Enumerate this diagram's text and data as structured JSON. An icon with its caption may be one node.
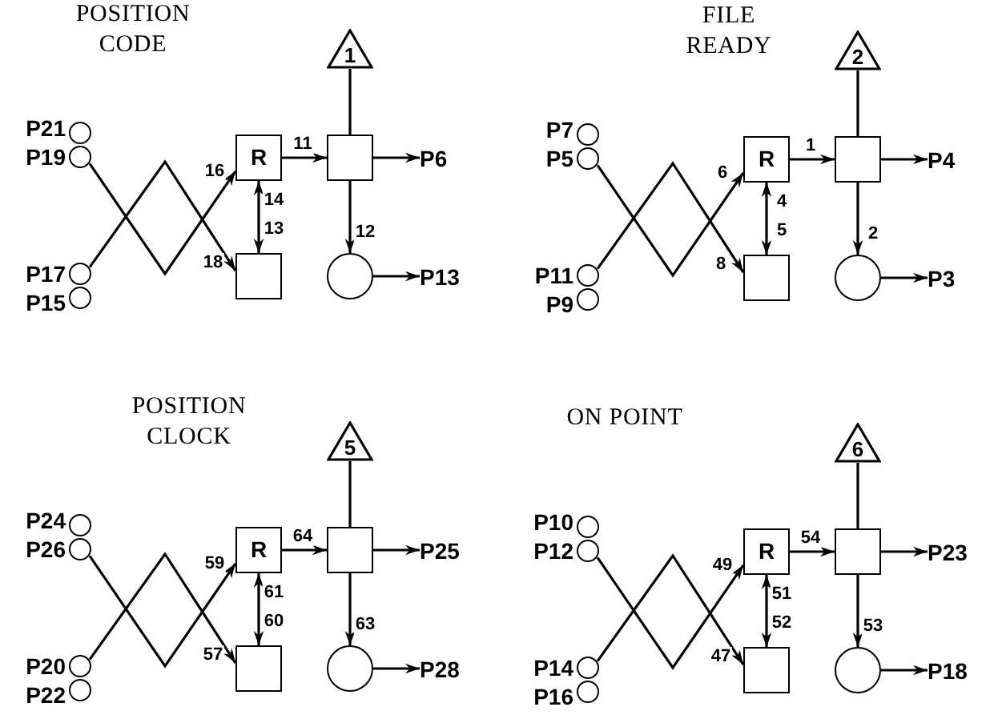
{
  "diagram": {
    "nodes": [
      {
        "text": [],
        "shape": "circle",
        "beside": [
          "P21"
        ]
      },
      {
        "text": [],
        "shape": "circle",
        "beside": [
          "P19"
        ]
      },
      {
        "text": [],
        "shape": "circle",
        "beside": [
          "P17"
        ]
      },
      {
        "text": [],
        "shape": "circle",
        "beside": [
          "P15"
        ]
      },
      {
        "text": [
          "R"
        ]
      },
      {
        "text": [],
        "shape": "box"
      },
      {
        "text": [],
        "shape": "box"
      },
      {
        "text": [
          "1"
        ]
      },
      {
        "text": [],
        "shape": "circle"
      },
      {
        "text": [
          "P6"
        ]
      },
      {
        "text": [
          "P13"
        ]
      },
      {
        "text": [],
        "shape": "circle",
        "beside": [
          "P7"
        ]
      },
      {
        "text": [],
        "shape": "circle",
        "beside": [
          "P5"
        ]
      },
      {
        "text": [],
        "shape": "circle",
        "beside": [
          "P11"
        ]
      },
      {
        "text": [],
        "shape": "circle",
        "beside": [
          "P9"
        ]
      },
      {
        "text": [
          "R"
        ]
      },
      {
        "text": [],
        "shape": "box"
      },
      {
        "text": [],
        "shape": "box"
      },
      {
        "text": [
          "2"
        ]
      },
      {
        "text": [],
        "shape": "circle"
      },
      {
        "text": [
          "P4"
        ]
      },
      {
        "text": [
          "P3"
        ]
      },
      {
        "text": [],
        "shape": "circle",
        "beside": [
          "P24"
        ]
      },
      {
        "text": [],
        "shape": "circle",
        "beside": [
          "P26"
        ]
      },
      {
        "text": [],
        "shape": "circle",
        "beside": [
          "P20"
        ]
      },
      {
        "text": [],
        "shape": "circle",
        "beside": [
          "P22"
        ]
      },
      {
        "text": [
          "R"
        ]
      },
      {
        "text": [],
        "shape": "box"
      },
      {
        "text": [],
        "shape": "box"
      },
      {
        "text": [
          "5"
        ]
      },
      {
        "text": [],
        "shape": "circle"
      },
      {
        "text": [
          "P25"
        ]
      },
      {
        "text": [
          "P28"
        ]
      },
      {
        "text": [],
        "shape": "circle",
        "beside": [
          "P10"
        ]
      },
      {
        "text": [],
        "shape": "circle",
        "beside": [
          "P12"
        ]
      },
      {
        "text": [],
        "shape": "circle",
        "beside": [
          "P14"
        ]
      },
      {
        "text": [],
        "shape": "circle",
        "beside": [
          "P16"
        ]
      },
      {
        "text": [
          "R"
        ]
      },
      {
        "text": [],
        "shape": "box"
      },
      {
        "text": [],
        "shape": "box"
      },
      {
        "text": [
          "6"
        ]
      },
      {
        "text": [],
        "shape": "circle"
      },
      {
        "text": [
          "P23"
        ]
      },
      {
        "text": [
          "P18"
        ]
      }
    ],
    "edges": [
      {
        "from": 1,
        "to": 4,
        "arrow": "to",
        "label": "16"
      },
      {
        "from": 2,
        "to": 5,
        "arrow": "to",
        "label": "18"
      },
      {
        "from": 4,
        "to": 5,
        "arrow": "both",
        "label": "14"
      },
      {
        "from": 4,
        "to": 6,
        "arrow": "to",
        "label": "11"
      },
      {
        "from": 6,
        "to": 7,
        "arrow": "none"
      },
      {
        "from": 6,
        "to": 9,
        "arrow": "to"
      },
      {
        "from": 6,
        "to": 8,
        "arrow": "to",
        "label": "12"
      },
      {
        "from": 8,
        "to": 10,
        "arrow": "to"
      },
      {
        "from": 12,
        "to": 15,
        "arrow": "to",
        "label": "6"
      },
      {
        "from": 13,
        "to": 16,
        "arrow": "to",
        "label": "8"
      },
      {
        "from": 15,
        "to": 16,
        "arrow": "both",
        "label": "4"
      },
      {
        "from": 15,
        "to": 17,
        "arrow": "to",
        "label": "1"
      },
      {
        "from": 17,
        "to": 18,
        "arrow": "none"
      },
      {
        "from": 17,
        "to": 20,
        "arrow": "to"
      },
      {
        "from": 17,
        "to": 19,
        "arrow": "to",
        "label": "2"
      },
      {
        "from": 19,
        "to": 21,
        "arrow": "to"
      },
      {
        "from": 23,
        "to": 26,
        "arrow": "to",
        "label": "59"
      },
      {
        "from": 24,
        "to": 27,
        "arrow": "to",
        "label": "57"
      },
      {
        "from": 26,
        "to": 27,
        "arrow": "both",
        "label": "61"
      },
      {
        "from": 26,
        "to": 28,
        "arrow": "to",
        "label": "64"
      },
      {
        "from": 28,
        "to": 29,
        "arrow": "none"
      },
      {
        "from": 28,
        "to": 31,
        "arrow": "to"
      },
      {
        "from": 28,
        "to": 30,
        "arrow": "to",
        "label": "63"
      },
      {
        "from": 30,
        "to": 32,
        "arrow": "to"
      },
      {
        "from": 34,
        "to": 37,
        "arrow": "to",
        "label": "49"
      },
      {
        "from": 35,
        "to": 38,
        "arrow": "to",
        "label": "47"
      },
      {
        "from": 37,
        "to": 38,
        "arrow": "both",
        "label": "51"
      },
      {
        "from": 37,
        "to": 39,
        "arrow": "to",
        "label": "54"
      },
      {
        "from": 39,
        "to": 40,
        "arrow": "none"
      },
      {
        "from": 39,
        "to": 42,
        "arrow": "to"
      },
      {
        "from": 39,
        "to": 41,
        "arrow": "to",
        "label": "53"
      },
      {
        "from": 41,
        "to": 43,
        "arrow": "to"
      }
    ],
    "labels": [
      "POSITION CODE",
      "FILE READY",
      "13",
      "5",
      "POSITION CLOCK",
      "ON POINT",
      "60",
      "52"
    ]
  }
}
